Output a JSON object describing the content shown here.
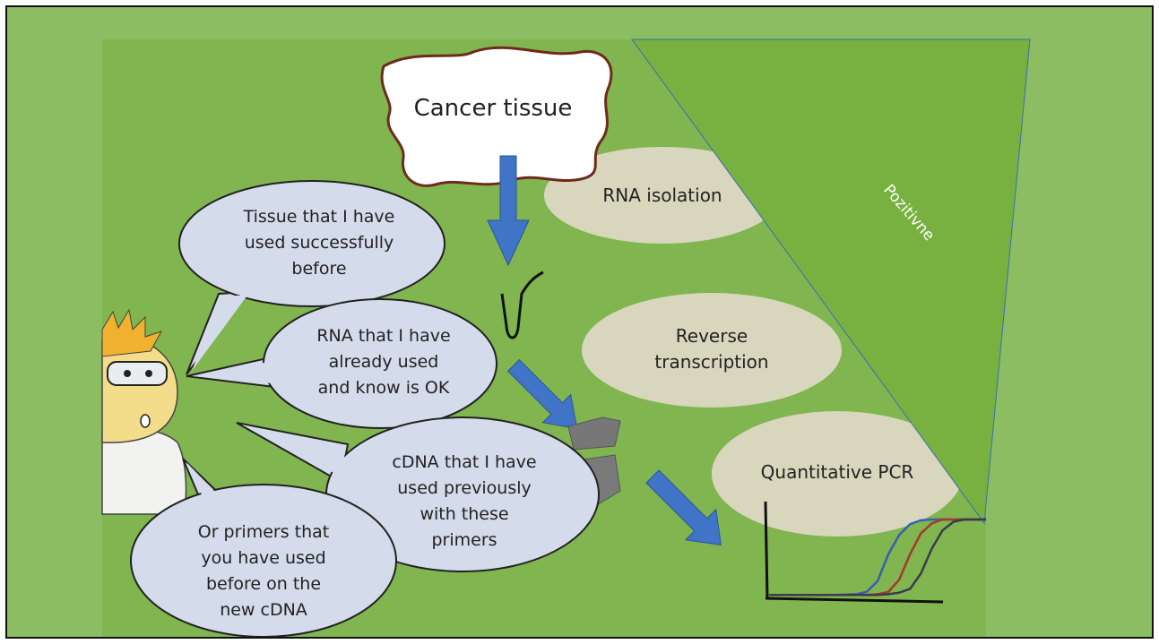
{
  "steps": {
    "tissue": "Cancer tissue",
    "rna_isolation": "RNA isolation",
    "reverse_line1": "Reverse",
    "reverse_line2": "transcription",
    "qpcr": "Quantitative PCR"
  },
  "banner": "Pozitivne",
  "bubbles": [
    {
      "lines": [
        "Tissue that I have",
        "used successfully",
        "before"
      ]
    },
    {
      "lines": [
        "RNA that I have",
        "already used",
        "and know is OK"
      ]
    },
    {
      "lines": [
        "cDNA that I have",
        "used previously",
        "with these",
        "primers"
      ]
    },
    {
      "lines": [
        "Or primers that",
        "you have used",
        "before on the",
        "new cDNA"
      ]
    }
  ],
  "chart_data": {
    "type": "line",
    "title": "",
    "xlabel": "",
    "ylabel": "",
    "xlim": [
      0,
      100
    ],
    "ylim": [
      0,
      100
    ],
    "x": [
      0,
      10,
      20,
      30,
      40,
      45,
      50,
      55,
      60,
      65,
      70,
      75,
      80,
      85,
      90,
      100
    ],
    "series": [
      {
        "color": "#3a5fb0",
        "values": [
          2,
          2,
          2,
          2,
          3,
          6,
          20,
          55,
          80,
          94,
          99,
          100,
          100,
          100,
          100,
          100
        ]
      },
      {
        "color": "#a33a2a",
        "values": [
          2,
          2,
          2,
          2,
          2,
          2,
          3,
          6,
          22,
          55,
          82,
          95,
          100,
          100,
          100,
          100
        ]
      },
      {
        "color": "#3b3b4d",
        "values": [
          2,
          2,
          2,
          2,
          2,
          2,
          2,
          3,
          5,
          10,
          30,
          62,
          86,
          97,
          100,
          100
        ]
      }
    ]
  }
}
